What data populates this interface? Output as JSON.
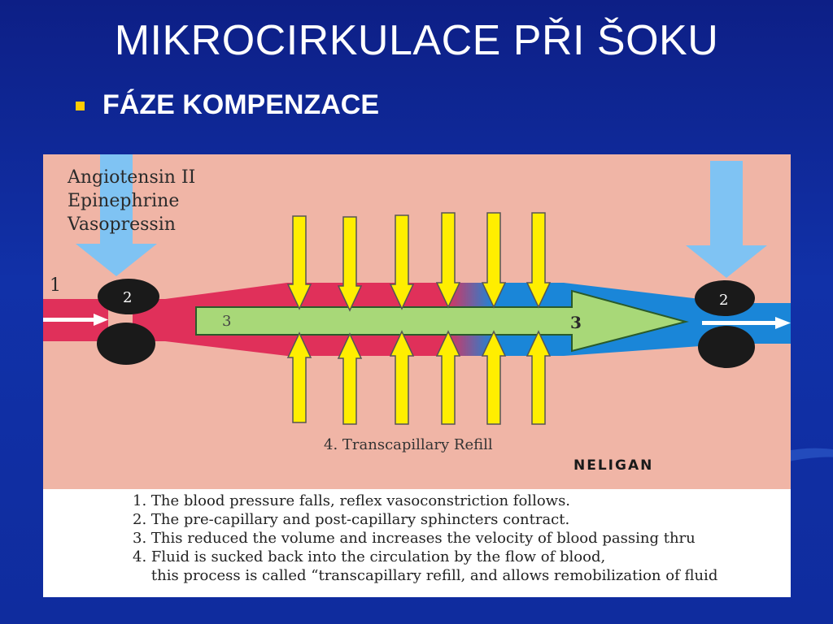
{
  "slide": {
    "title": "MIKROCIRKULACE PŘI ŠOKU",
    "subtitle": "FÁZE KOMPENZACE"
  },
  "figure": {
    "hormones": [
      "Angiotensin II",
      "Epinephrine",
      "Vasopressin"
    ],
    "label_1": "1",
    "label_2_left": "2",
    "label_2_right": "2",
    "label_3_inner": "3",
    "label_3_tip": "3",
    "refill_label": "4. Transcapillary Refill",
    "credit": "NELIGAN",
    "colors": {
      "background": "#f0b5a6",
      "arterial": "#e0305a",
      "venous": "#1a86d8",
      "flow_arrow": "#a8d878",
      "fluid_arrows": "#ffee00",
      "hormone_arrows": "#7fc3f3",
      "sphincters": "#1a1a1a"
    },
    "icons": [
      "down-arrow-icon",
      "up-arrow-icon",
      "right-arrow-icon"
    ]
  },
  "caption": {
    "lines": [
      "1. The blood pressure falls, reflex vasoconstriction follows.",
      "2. The pre-capillary and post-capillary sphincters contract.",
      "3. This reduced the volume and increases the velocity of blood passing thru",
      "4. Fluid is sucked back into the circulation by the flow of blood,",
      "    this process is called “transcapillary refill, and allows remobilization of fluid"
    ]
  }
}
